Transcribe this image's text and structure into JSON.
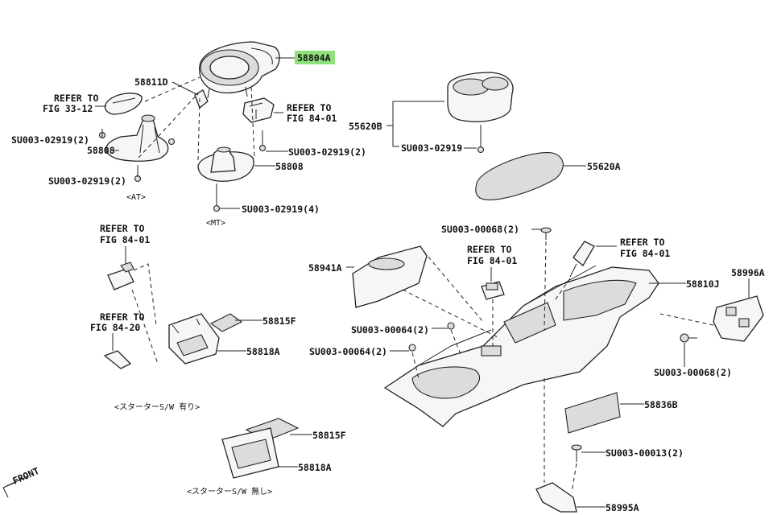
{
  "labels": {
    "p58804A": "58804A",
    "p58811D": "58811D",
    "refer_fig33_12": [
      "REFER TO",
      "FIG 33-12"
    ],
    "refer_fig84_01_a": [
      "REFER TO",
      "FIG 84-01"
    ],
    "su_02919_2_left": "SU003-02919(2)",
    "su_02919_2_right": "SU003-02919(2)",
    "su_02919_2_low": "SU003-02919(2)",
    "su_02919_4": "SU003-02919(4)",
    "p58808_left": "58808",
    "p58808_right": "58808",
    "at": "<AT>",
    "mt": "<MT>",
    "p55620B": "55620B",
    "su_02919": "SU003-02919",
    "p55620A": "55620A",
    "refer_fig84_01_b": [
      "REFER TO",
      "FIG 84-01"
    ],
    "refer_fig84_20": [
      "REFER TO",
      "FIG 84-20"
    ],
    "p58941A": "58941A",
    "su_00068_2_top": "SU003-00068(2)",
    "refer_fig84_01_c": [
      "REFER TO",
      "FIG 84-01"
    ],
    "refer_fig84_01_d": [
      "REFER TO",
      "FIG 84-01"
    ],
    "p58996A": "58996A",
    "p58810J": "58810J",
    "su_00064_2_a": "SU003-00064(2)",
    "su_00064_2_b": "SU003-00064(2)",
    "su_00068_2_right": "SU003-00068(2)",
    "p58815F_a": "58815F",
    "p58818A_a": "58818A",
    "starter_with": "<スターターS/W 有り>",
    "p58836B": "58836B",
    "su_00013_2": "SU003-00013(2)",
    "p58815F_b": "58815F",
    "p58818A_b": "58818A",
    "starter_without": "<スターターS/W 無し>",
    "p58995A": "58995A",
    "front": "FRONT"
  },
  "highlight_color": "#8fe07a"
}
